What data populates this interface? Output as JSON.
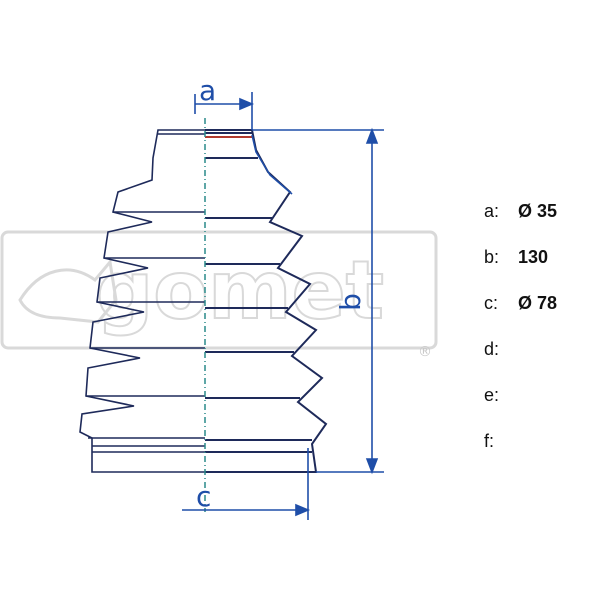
{
  "watermark": {
    "text": "gomet",
    "mark": "®"
  },
  "diagram_labels": {
    "a": "a",
    "b": "b",
    "c": "c"
  },
  "specs": [
    {
      "key": "a:",
      "value": "Ø 35"
    },
    {
      "key": "b:",
      "value": "130"
    },
    {
      "key": "c:",
      "value": "Ø 78"
    },
    {
      "key": "d:",
      "value": ""
    },
    {
      "key": "e:",
      "value": ""
    },
    {
      "key": "f:",
      "value": ""
    }
  ],
  "colors": {
    "outline": "#1e2a5a",
    "dimension": "#1f4ea8",
    "centerline": "#2a8a8a",
    "watermark": "#d9d9d9"
  }
}
